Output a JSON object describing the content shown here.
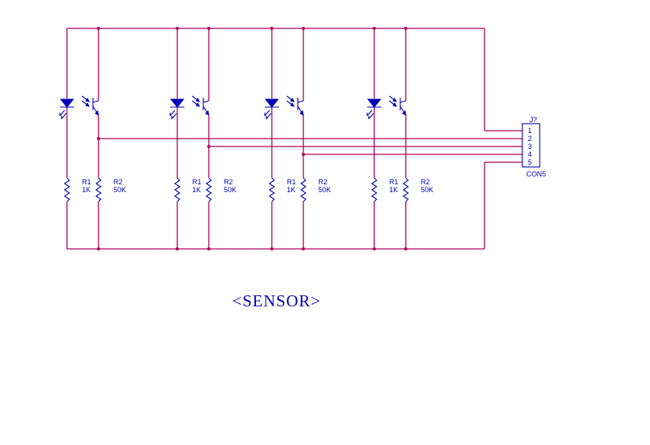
{
  "title": "<SENSOR>",
  "connector": {
    "ref": "J?",
    "value": "CON5",
    "pins": [
      "1",
      "2",
      "3",
      "4",
      "5"
    ]
  },
  "sensors": [
    {
      "r1_ref": "R1",
      "r1_value": "1K",
      "r2_ref": "R2",
      "r2_value": "50K"
    },
    {
      "r1_ref": "R1",
      "r1_value": "1K",
      "r2_ref": "R2",
      "r2_value": "50K"
    },
    {
      "r1_ref": "R1",
      "r1_value": "1K",
      "r2_ref": "R2",
      "r2_value": "50K"
    },
    {
      "r1_ref": "R1",
      "r1_value": "1K",
      "r2_ref": "R2",
      "r2_value": "50K"
    }
  ],
  "colors": {
    "wire": "#b0005a",
    "component": "#0000b8",
    "background": "#ffffff"
  }
}
